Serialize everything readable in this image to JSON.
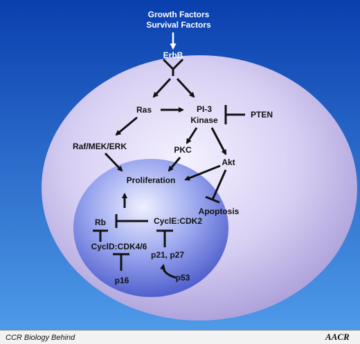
{
  "colors": {
    "background_top": "#0a3fae",
    "background_bottom": "#4e9ae8",
    "cell": "#c8c0ea",
    "nucleus": "#5e72e0",
    "footer_bg": "#f2f2f2"
  },
  "input_labels": [
    "Growth Factors",
    "Survival Factors"
  ],
  "nodes": {
    "erbb": "ErbB",
    "ras": "Ras",
    "pi3k_line1": "PI-3",
    "pi3k_line2": "Kinase",
    "pten": "PTEN",
    "raf_mek_erk": "Raf/MEK/ERK",
    "pkc": "PKC",
    "akt": "Akt",
    "proliferation": "Proliferation",
    "apoptosis": "Apoptosis",
    "rb": "Rb",
    "cycle_cdk2": "CyclE:CDK2",
    "cycd_cdk46": "CyclD:CDK4/6",
    "p21_p27": "p21, p27",
    "p16": "p16",
    "p53": "p53"
  },
  "footer": {
    "left_text": "CCR Biology Behind",
    "logo_text": "AACR"
  },
  "edges": [
    {
      "from": "erbb",
      "to": "ras",
      "type": "activation"
    },
    {
      "from": "erbb",
      "to": "pi3k",
      "type": "activation"
    },
    {
      "from": "ras",
      "to": "pi3k",
      "type": "activation"
    },
    {
      "from": "ras",
      "to": "raf_mek_erk",
      "type": "activation"
    },
    {
      "from": "pten",
      "to": "pi3k",
      "type": "inhibition"
    },
    {
      "from": "pi3k",
      "to": "pkc",
      "type": "activation"
    },
    {
      "from": "pi3k",
      "to": "akt",
      "type": "activation"
    },
    {
      "from": "raf_mek_erk",
      "to": "proliferation",
      "type": "activation"
    },
    {
      "from": "pkc",
      "to": "proliferation",
      "type": "activation"
    },
    {
      "from": "akt",
      "to": "proliferation",
      "type": "activation"
    },
    {
      "from": "akt",
      "to": "apoptosis",
      "type": "inhibition"
    },
    {
      "from": "rb",
      "to": "proliferation",
      "type": "activation"
    },
    {
      "from": "cycle_cdk2",
      "to": "rb",
      "type": "inhibition"
    },
    {
      "from": "cycd_cdk46",
      "to": "rb",
      "type": "inhibition"
    },
    {
      "from": "p16",
      "to": "cycd_cdk46",
      "type": "inhibition"
    },
    {
      "from": "p21_p27",
      "to": "cycle_cdk2",
      "type": "inhibition"
    },
    {
      "from": "p53",
      "to": "p21_p27",
      "type": "activation"
    }
  ]
}
